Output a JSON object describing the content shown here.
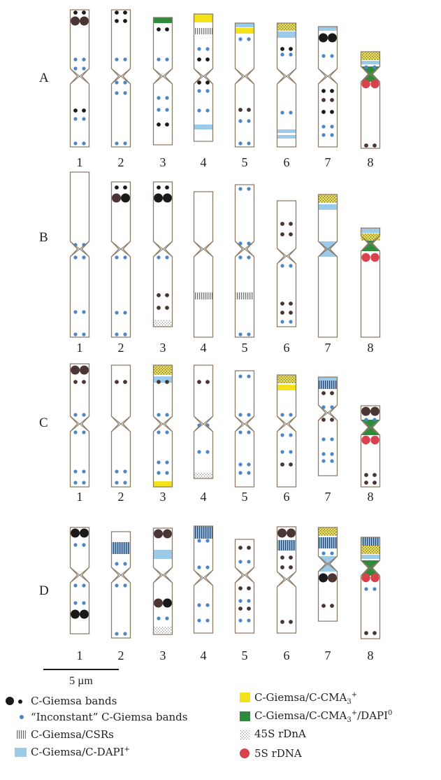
{
  "figure": {
    "rows": [
      {
        "label": "A",
        "numbers": [
          "1",
          "2",
          "3",
          "4",
          "5",
          "6",
          "7",
          "8"
        ]
      },
      {
        "label": "B",
        "numbers": [
          "1",
          "2",
          "3",
          "4",
          "5",
          "6",
          "7",
          "8"
        ]
      },
      {
        "label": "C",
        "numbers": [
          "1",
          "2",
          "3",
          "4",
          "5",
          "6",
          "7",
          "8"
        ]
      },
      {
        "label": "D",
        "numbers": [
          "1",
          "2",
          "3",
          "4",
          "5",
          "6",
          "7",
          "8"
        ]
      }
    ],
    "scale_bar": "5 µm"
  },
  "legend": {
    "c_giemsa": "C-Giemsa bands",
    "inconstant": "“Inconstant” C-Giemsa bands",
    "csr": "C-Giemsa/CSRs",
    "dapi_plus_main": "C-Giemsa/C-DAPI",
    "dapi_plus_sup": "+",
    "cma_main": "C-Giemsa/C-CMA",
    "cma_sub": "3",
    "cma_sup": "+",
    "cma_dapi0_main": "C-Giemsa/C-CMA",
    "cma_dapi0_sub": "3",
    "cma_dapi0_sup": "+",
    "cma_dapi0_tail": "/DAPI",
    "cma_dapi0_sup2": "0",
    "rdna45": "45S rDnA",
    "rdna5": "5S rDNA"
  },
  "colors": {
    "outline": "#8a7a66",
    "c_giemsa_black": "#1a1a1a",
    "c_giemsa_dark": "#4a3434",
    "inconstant_blue": "#4a86c8",
    "dapi_lightblue": "#9ccbea",
    "cma_yellow": "#f3e21a",
    "cma_dapi0_green": "#2e8b3a",
    "rdna5_red": "#d9414d"
  }
}
